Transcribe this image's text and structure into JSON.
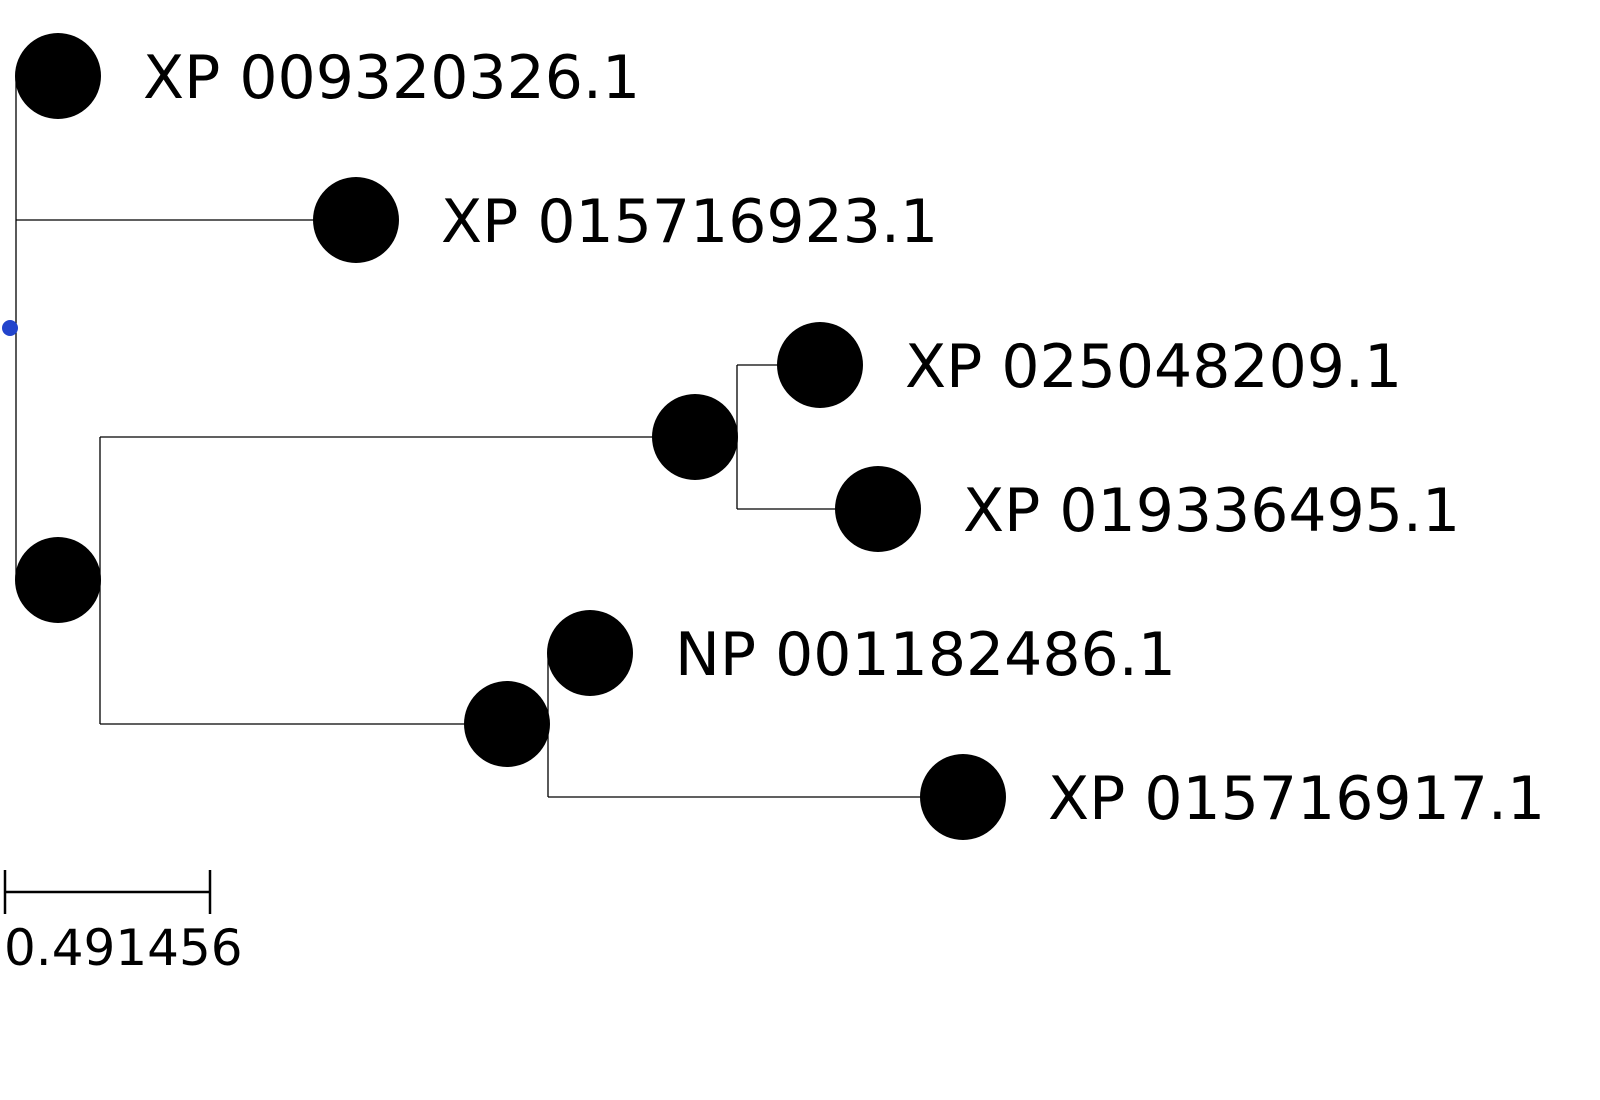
{
  "tree": {
    "leaves": [
      "XP 009320326.1",
      "XP 015716923.1",
      "XP 025048209.1",
      "XP 019336495.1",
      "NP 001182486.1",
      "XP 015716917.1"
    ],
    "scale_bar_label": "0.491456",
    "colors": {
      "branch": "#000000",
      "node": "#000000",
      "root_marker": "#2244cc"
    }
  }
}
